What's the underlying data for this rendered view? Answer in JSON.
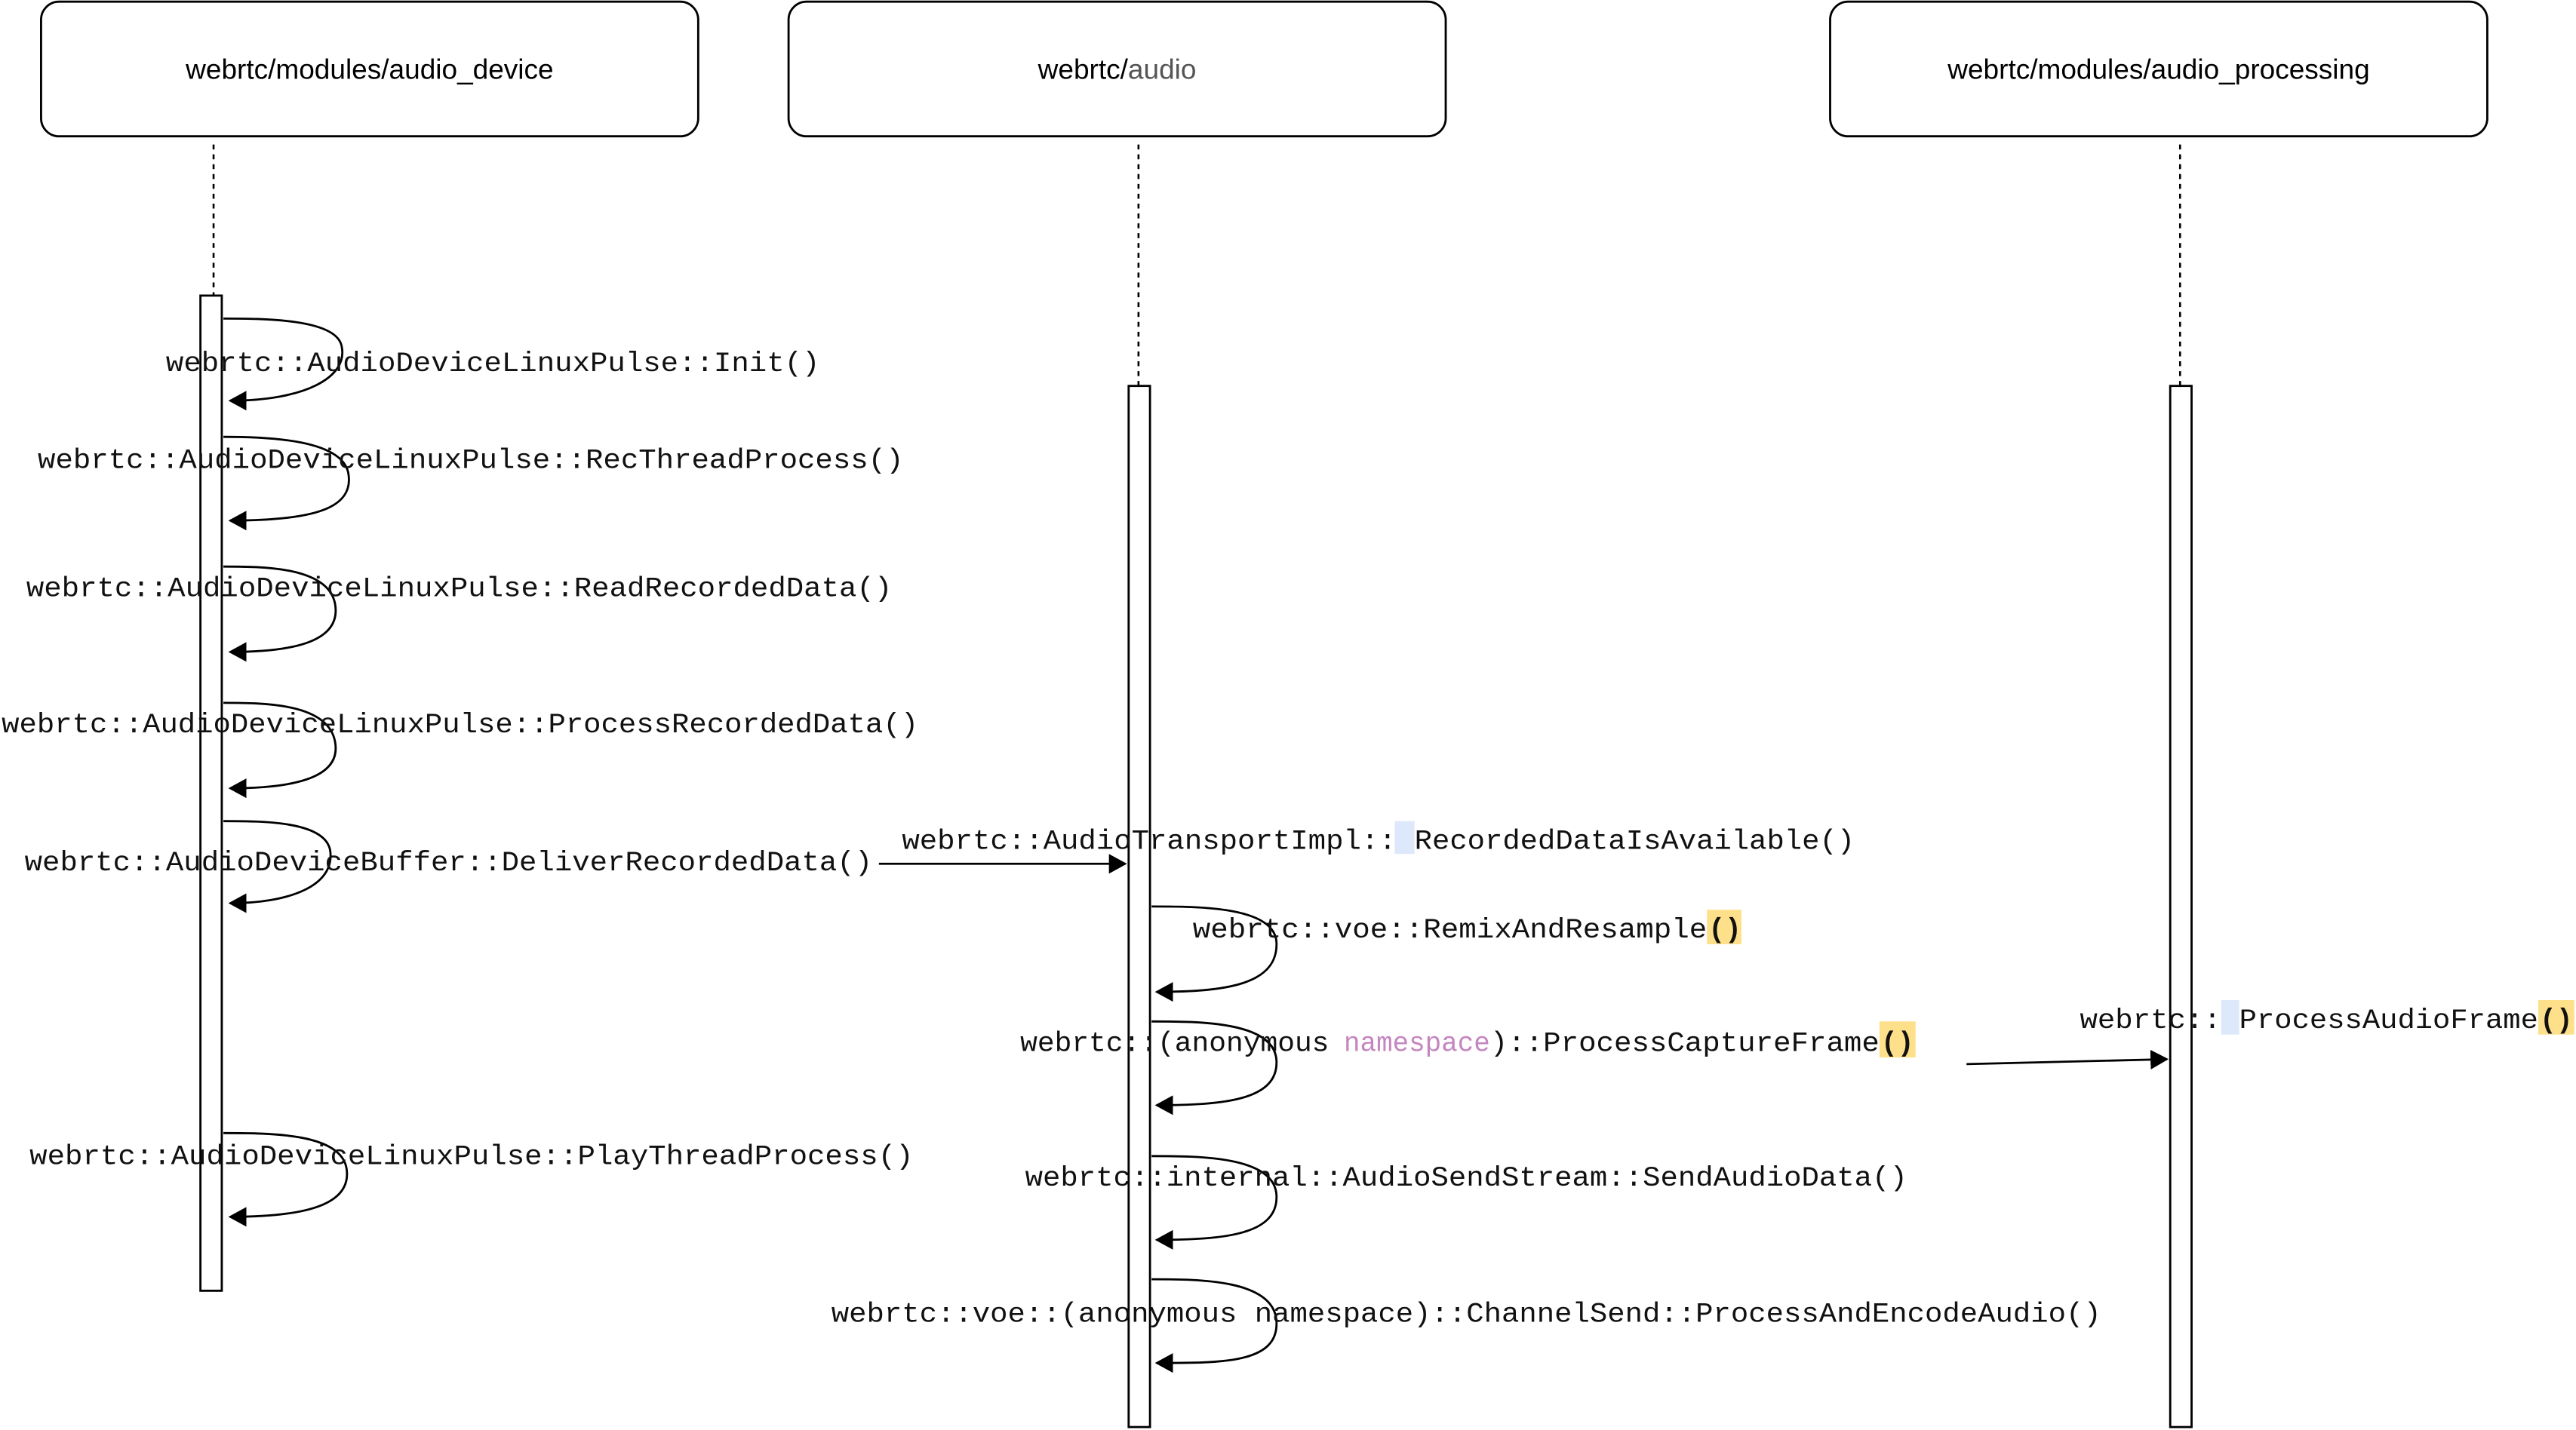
{
  "modules": [
    {
      "prefix": "webrtc/modules/audio_device",
      "suffix": ""
    },
    {
      "prefix": "webrtc/",
      "suffix": "audio"
    },
    {
      "prefix": "webrtc/modules/audio_processing",
      "suffix": ""
    }
  ],
  "calls": {
    "device": [
      "webrtc::AudioDeviceLinuxPulse::Init()",
      "webrtc::AudioDeviceLinuxPulse::RecThreadProcess()",
      "webrtc::AudioDeviceLinuxPulse::ReadRecordedData()",
      "webrtc::AudioDeviceLinuxPulse::ProcessRecordedData()",
      "webrtc::AudioDeviceBuffer::DeliverRecordedData()",
      "webrtc::AudioDeviceLinuxPulse::PlayThreadProcess()"
    ],
    "recorded_available": {
      "pre": "webrtc::AudioTransportImpl::",
      "post": "RecordedDataIsAvailable()"
    },
    "remix": {
      "pre": "webrtc::voe::RemixAndResample",
      "paren": "()"
    },
    "process_capture": {
      "pre": "webrtc::(anonymous ",
      "keyword": "namespace",
      "post": ")::ProcessCaptureFrame",
      "paren": "()"
    },
    "send_audio": "webrtc::internal::AudioSendStream::SendAudioData()",
    "encode_audio": "webrtc::voe::(anonymous namespace)::ChannelSend::ProcessAndEncodeAudio()",
    "process_audio_frame": {
      "pre": "webrtc::",
      "post": "ProcessAudioFrame",
      "paren": "()"
    }
  },
  "colors": {
    "keyword": "#c586c0",
    "paren_highlight": "#ffe08a",
    "selection_highlight": "#dde9fb",
    "suffix_gray": "#555555"
  }
}
